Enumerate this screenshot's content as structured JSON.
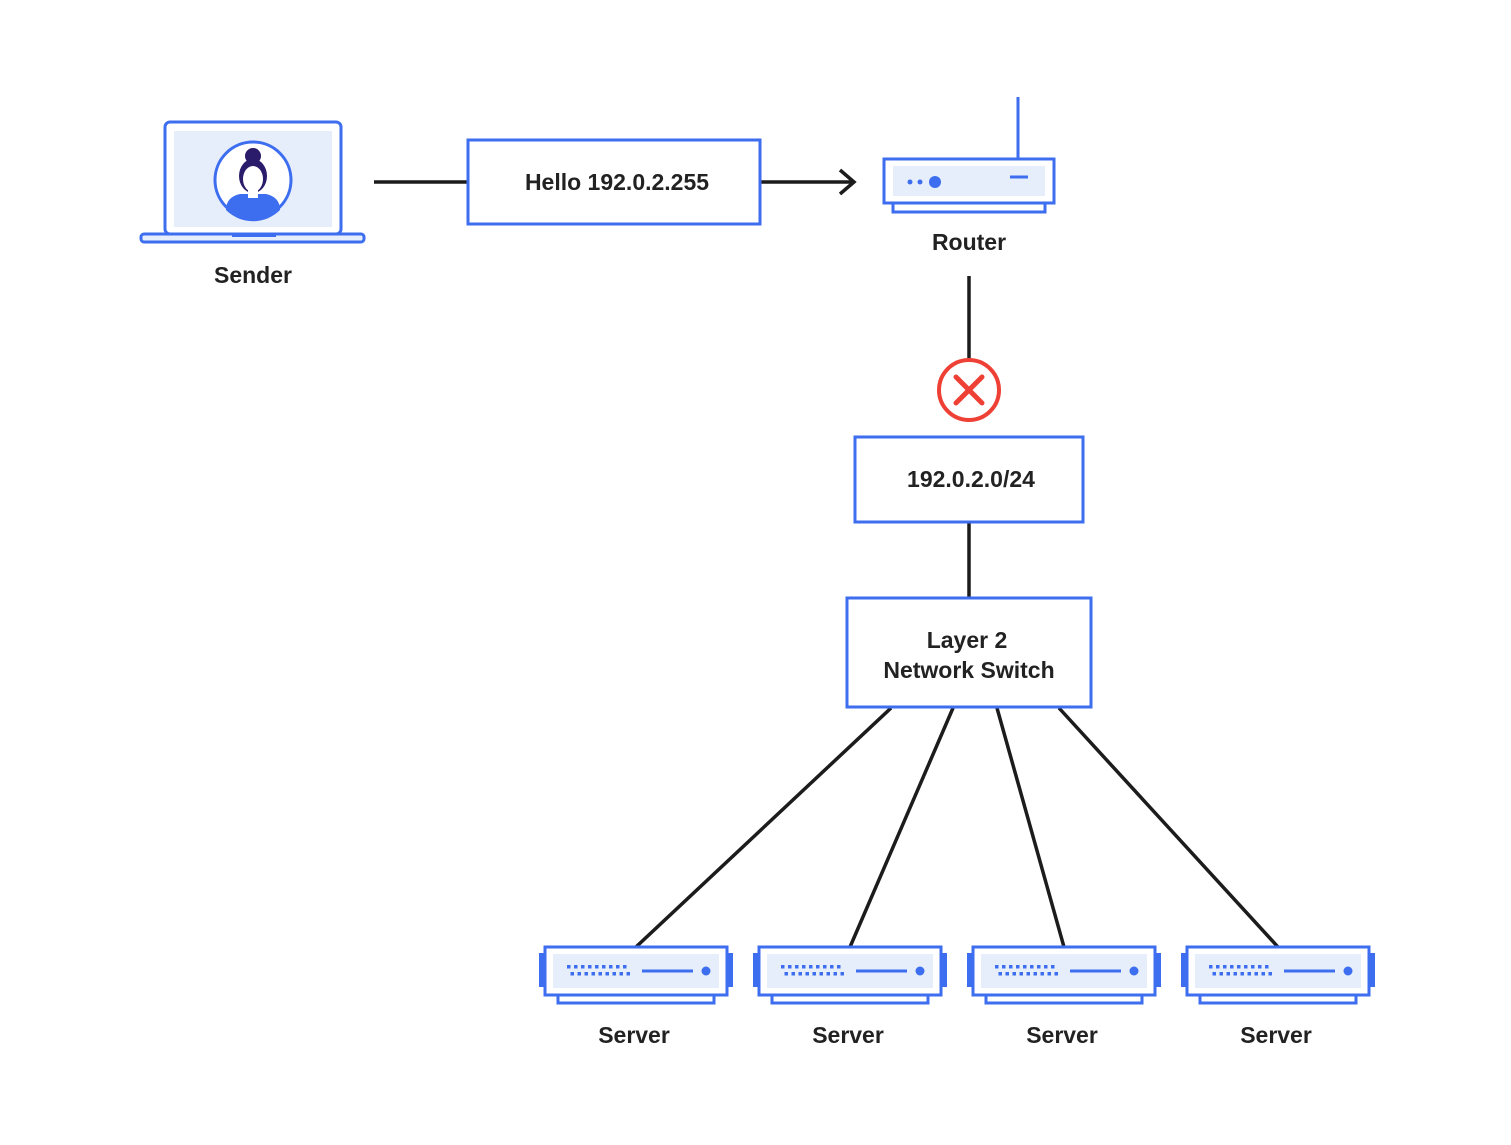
{
  "colors": {
    "accent": "#3d6ef0",
    "light_fill": "#e7eefb",
    "line": "#1c1c1c",
    "error": "#ee4035",
    "avatar_dark": "#2b1b6b"
  },
  "nodes": {
    "sender": {
      "label": "Sender",
      "icon": "laptop-icon"
    },
    "message": {
      "label": "Hello 192.0.2.255"
    },
    "router": {
      "label": "Router",
      "icon": "router-icon"
    },
    "blocked": {
      "icon": "x-circle-icon"
    },
    "subnet": {
      "label": "192.0.2.0/24"
    },
    "switch": {
      "line1": "Layer 2",
      "line2": "Network Switch"
    },
    "servers": [
      {
        "label": "Server",
        "icon": "server-icon"
      },
      {
        "label": "Server",
        "icon": "server-icon"
      },
      {
        "label": "Server",
        "icon": "server-icon"
      },
      {
        "label": "Server",
        "icon": "server-icon"
      }
    ]
  }
}
